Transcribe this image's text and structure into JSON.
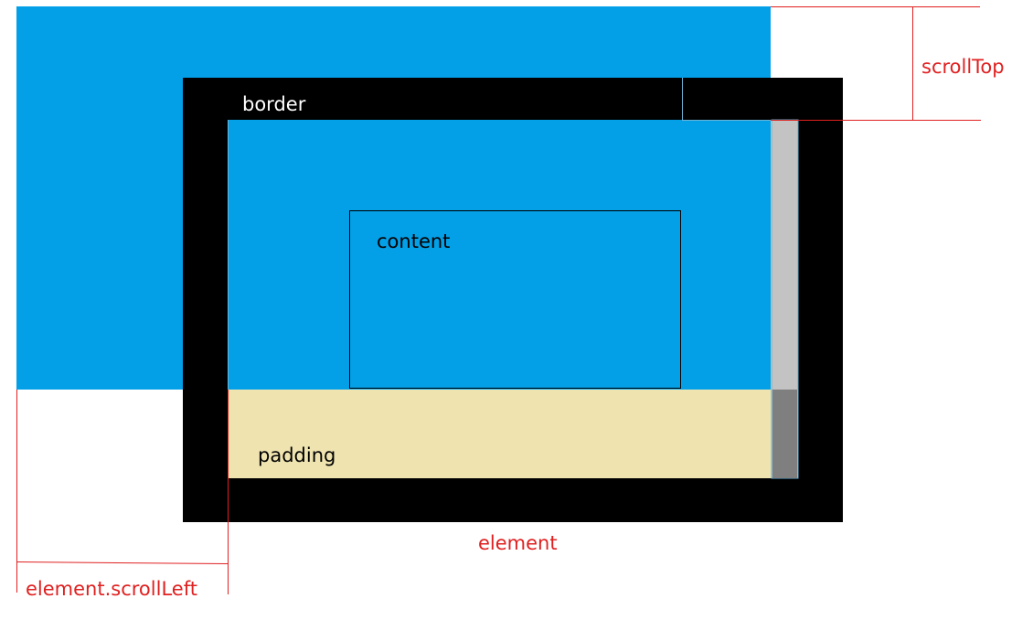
{
  "labels": {
    "border": "border",
    "content": "content",
    "padding": "padding",
    "element": "element",
    "scroll_top": "scrollTop",
    "scroll_left": "element.scrollLeft"
  },
  "colors": {
    "scrolled_content": "#03a0e8",
    "border": "#000000",
    "padding": "#efe4b0",
    "scrollbar_track": "#c3c3c3",
    "scrollbar_thumb": "#7f7f7f",
    "annotation": "#e02020",
    "light_text": "#ffffff",
    "dark_text": "#000000"
  }
}
